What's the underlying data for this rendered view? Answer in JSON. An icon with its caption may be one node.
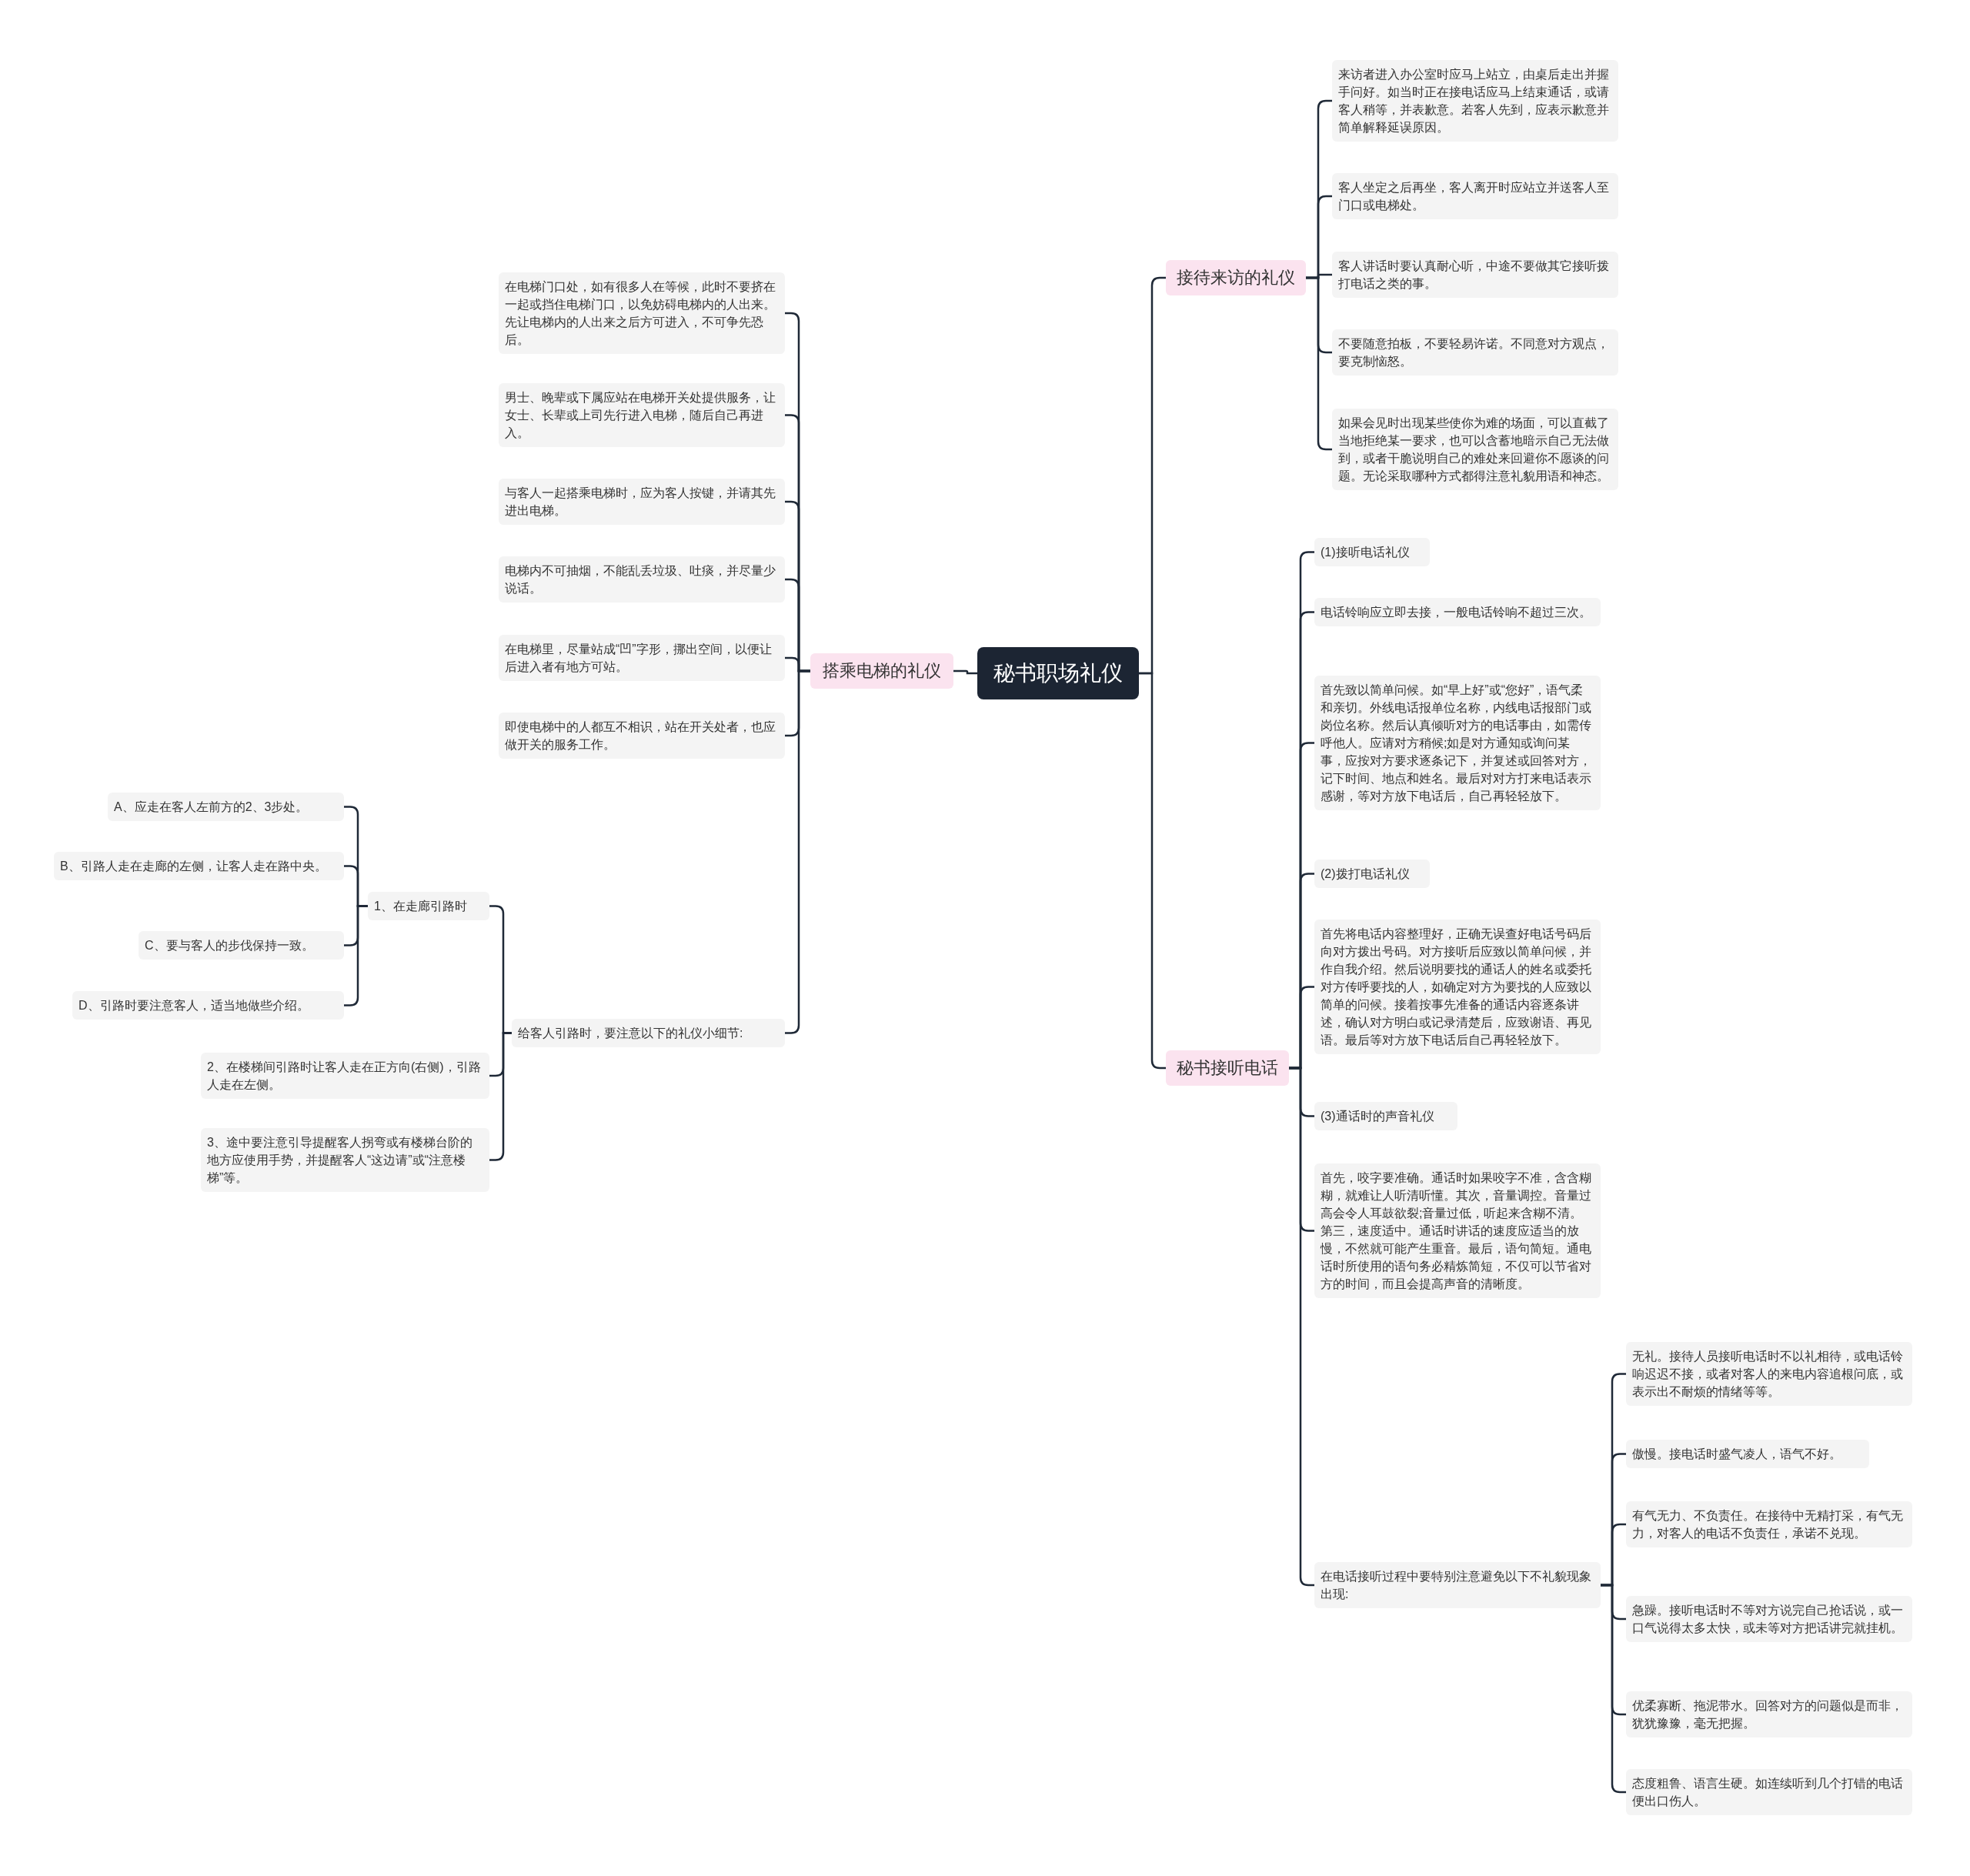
{
  "diagram": {
    "nodes": [
      {
        "text": [
          "秘书职场礼仪"
        ]
      },
      {
        "text": [
          "接待来访的礼仪"
        ]
      },
      {
        "text": [
          "来访者进入办公室时应马上站立，由桌后走出并握手问好。如当时正在接电话应马上结束通话，或请客人稍等，并表歉意。若客人先到，应表示歉意并简单解释延误原因。"
        ]
      },
      {
        "text": [
          "客人坐定之后再坐，客人离开时应站立并送客人至门口或电梯处。"
        ]
      },
      {
        "text": [
          "客人讲话时要认真耐心听，中途不要做其它接听拨打电话之类的事。"
        ]
      },
      {
        "text": [
          "不要随意拍板，不要轻易许诺。不同意对方观点，要克制恼怒。"
        ]
      },
      {
        "text": [
          "如果会见时出现某些使你为难的场面，可以直截了当地拒绝某一要求，也可以含蓄地暗示自己无法做到，或者干脆说明自己的难处来回避你不愿谈的问题。无论采取哪种方式都得注意礼貌用语和神态。"
        ]
      },
      {
        "text": [
          "秘书接听电话"
        ]
      },
      {
        "text": [
          "(1)接听电话礼仪"
        ]
      },
      {
        "text": [
          "电话铃响应立即去接，一般电话铃响不超过三次。"
        ]
      },
      {
        "text": [
          "首先致以简单问候。如“早上好”或“您好”，语气柔和亲切。外线电话报单位名称，内线电话报部门或岗位名称。然后认真倾听对方的电话事由，如需传呼他人。应请对方稍候;如是对方通知或询问某事，应按对方要求逐条记下，并复述或回答对方，记下时间、地点和姓名。最后对对方打来电话表示感谢，等对方放下电话后，自己再轻轻放下。"
        ]
      },
      {
        "text": [
          "(2)拨打电话礼仪"
        ]
      },
      {
        "text": [
          "首先将电话内容整理好，正确无误查好电话号码后向对方拨出号码。对方接听后应致以简单问候，并作自我介绍。然后说明要找的通话人的姓名或委托对方传呼要找的人，如确定对方为要找的人应致以简单的问候。接着按事先准备的通话内容逐条讲述，确认对方明白或记录清楚后，应致谢语、再见语。最后等对方放下电话后自己再轻轻放下。"
        ]
      },
      {
        "text": [
          "(3)通话时的声音礼仪"
        ]
      },
      {
        "text": [
          "首先，咬字要准确。通话时如果咬字不准，含含糊糊，就难让人听清听懂。其次，音量调控。音量过高会令人耳鼓欲裂;音量过低，听起来含糊不清。第三，速度适中。通话时讲话的速度应适当的放慢，不然就可能产生重音。最后，语句简短。通电话时所使用的语句务必精炼简短，不仅可以节省对方的时间，而且会提高声音的清晰度。"
        ]
      },
      {
        "text": [
          "在电话接听过程中要特别注意避免以下不礼貌现象出现:"
        ]
      },
      {
        "text": [
          "无礼。接待人员接听电话时不以礼相待，或电话铃响迟迟不接，或者对客人的来电内容追根问底，或表示出不耐烦的情绪等等。"
        ]
      },
      {
        "text": [
          "傲慢。接电话时盛气凌人，语气不好。"
        ]
      },
      {
        "text": [
          "有气无力、不负责任。在接待中无精打采，有气无力，对客人的电话不负责任，承诺不兑现。"
        ]
      },
      {
        "text": [
          "急躁。接听电话时不等对方说完自己抢话说，或一口气说得太多太快，或未等对方把话讲完就挂机。"
        ]
      },
      {
        "text": [
          "优柔寡断、拖泥带水。回答对方的问题似是而非，犹犹豫豫，毫无把握。"
        ]
      },
      {
        "text": [
          "态度粗鲁、语言生硬。如连续听到几个打错的电话便出口伤人。"
        ]
      },
      {
        "text": [
          "搭乘电梯的礼仪"
        ]
      },
      {
        "text": [
          "在电梯门口处，如有很多人在等候，此时不要挤在一起或挡住电梯门口，以免妨碍电梯内的人出来。先让电梯内的人出来之后方可进入，不可争先恐后。"
        ]
      },
      {
        "text": [
          "男士、晚辈或下属应站在电梯开关处提供服务，让女士、长辈或上司先行进入电梯，随后自己再进入。"
        ]
      },
      {
        "text": [
          "与客人一起搭乘电梯时，应为客人按键，并请其先进出电梯。"
        ]
      },
      {
        "text": [
          "电梯内不可抽烟，不能乱丢垃圾、吐痰，并尽量少说话。"
        ]
      },
      {
        "text": [
          "在电梯里，尽量站成“凹”字形，挪出空间，以便让后进入者有地方可站。"
        ]
      },
      {
        "text": [
          "即使电梯中的人都互不相识，站在开关处者，也应做开关的服务工作。"
        ]
      },
      {
        "text": [
          "给客人引路时，要注意以下的礼仪小细节:"
        ]
      },
      {
        "text": [
          "1、在走廊引路时"
        ]
      },
      {
        "text": [
          "A、应走在客人左前方的2、3步处。"
        ]
      },
      {
        "text": [
          "B、引路人走在走廊的左侧，让客人走在路中央。"
        ]
      },
      {
        "text": [
          "C、要与客人的步伐保持一致。"
        ]
      },
      {
        "text": [
          "D、引路时要注意客人，适当地做些介绍。"
        ]
      },
      {
        "text": [
          "2、在楼梯间引路时让客人走在正方向(右侧)，引路人走在左侧。"
        ]
      },
      {
        "text": [
          "3、途中要注意引导提醒客人拐弯或有楼梯台阶的地方应使用手势，并提醒客人“这边请”或“注意楼梯”等。"
        ]
      }
    ],
    "edges": [
      {
        "from": 0,
        "to": 1,
        "arrow": "none"
      },
      {
        "from": 1,
        "to": 2,
        "arrow": "none"
      },
      {
        "from": 1,
        "to": 3,
        "arrow": "none"
      },
      {
        "from": 1,
        "to": 4,
        "arrow": "none"
      },
      {
        "from": 1,
        "to": 5,
        "arrow": "none"
      },
      {
        "from": 1,
        "to": 6,
        "arrow": "none"
      },
      {
        "from": 0,
        "to": 7,
        "arrow": "none"
      },
      {
        "from": 7,
        "to": 8,
        "arrow": "none"
      },
      {
        "from": 7,
        "to": 9,
        "arrow": "none"
      },
      {
        "from": 7,
        "to": 10,
        "arrow": "none"
      },
      {
        "from": 7,
        "to": 11,
        "arrow": "none"
      },
      {
        "from": 7,
        "to": 12,
        "arrow": "none"
      },
      {
        "from": 7,
        "to": 13,
        "arrow": "none"
      },
      {
        "from": 7,
        "to": 14,
        "arrow": "none"
      },
      {
        "from": 7,
        "to": 15,
        "arrow": "none"
      },
      {
        "from": 15,
        "to": 16,
        "arrow": "none"
      },
      {
        "from": 15,
        "to": 17,
        "arrow": "none"
      },
      {
        "from": 15,
        "to": 18,
        "arrow": "none"
      },
      {
        "from": 15,
        "to": 19,
        "arrow": "none"
      },
      {
        "from": 15,
        "to": 20,
        "arrow": "none"
      },
      {
        "from": 15,
        "to": 21,
        "arrow": "none"
      },
      {
        "from": 0,
        "to": 22,
        "arrow": "none"
      },
      {
        "from": 22,
        "to": 23,
        "arrow": "none"
      },
      {
        "from": 22,
        "to": 24,
        "arrow": "none"
      },
      {
        "from": 22,
        "to": 25,
        "arrow": "none"
      },
      {
        "from": 22,
        "to": 26,
        "arrow": "none"
      },
      {
        "from": 22,
        "to": 27,
        "arrow": "none"
      },
      {
        "from": 22,
        "to": 28,
        "arrow": "none"
      },
      {
        "from": 22,
        "to": 29,
        "arrow": "none"
      },
      {
        "from": 29,
        "to": 30,
        "arrow": "none"
      },
      {
        "from": 30,
        "to": 31,
        "arrow": "none"
      },
      {
        "from": 30,
        "to": 32,
        "arrow": "none"
      },
      {
        "from": 30,
        "to": 33,
        "arrow": "none"
      },
      {
        "from": 30,
        "to": 34,
        "arrow": "none"
      },
      {
        "from": 29,
        "to": 35,
        "arrow": "none"
      },
      {
        "from": 29,
        "to": 36,
        "arrow": "none"
      }
    ]
  }
}
